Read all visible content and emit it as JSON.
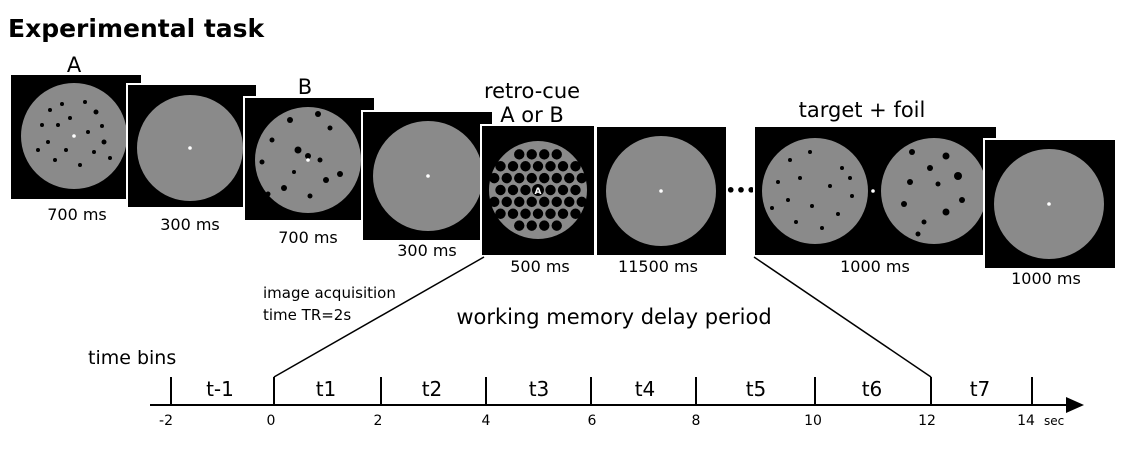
{
  "title": "Experimental task",
  "frames": [
    {
      "top_label": "A",
      "duration": "700 ms",
      "content": "dots-A"
    },
    {
      "top_label": "",
      "duration": "300 ms",
      "content": "fixation"
    },
    {
      "top_label": "B",
      "duration": "700 ms",
      "content": "dots-B"
    },
    {
      "top_label": "",
      "duration": "300 ms",
      "content": "fixation"
    },
    {
      "top_label_line1": "retro-cue",
      "top_label_line2": "A or B",
      "duration": "500 ms",
      "content": "retro-cue-grid",
      "cue_letter": "A"
    },
    {
      "top_label": "",
      "duration": "11500 ms",
      "content": "fixation"
    },
    {
      "top_label": "target + foil",
      "duration": "1000 ms",
      "content": "target-foil"
    },
    {
      "top_label": "",
      "duration": "1000 ms",
      "content": "fixation"
    }
  ],
  "ellipsis": "•••",
  "acquisition_line1": "image acquisition",
  "acquisition_line2": "time TR=2s",
  "delay_label": "working memory delay period",
  "time_bins_label": "time bins",
  "timeline": {
    "ticks": [
      "-2",
      "0",
      "2",
      "4",
      "6",
      "8",
      "10",
      "12",
      "14"
    ],
    "unit": "sec",
    "bins": [
      "t-1",
      "t1",
      "t2",
      "t3",
      "t4",
      "t5",
      "t6",
      "t7"
    ]
  }
}
